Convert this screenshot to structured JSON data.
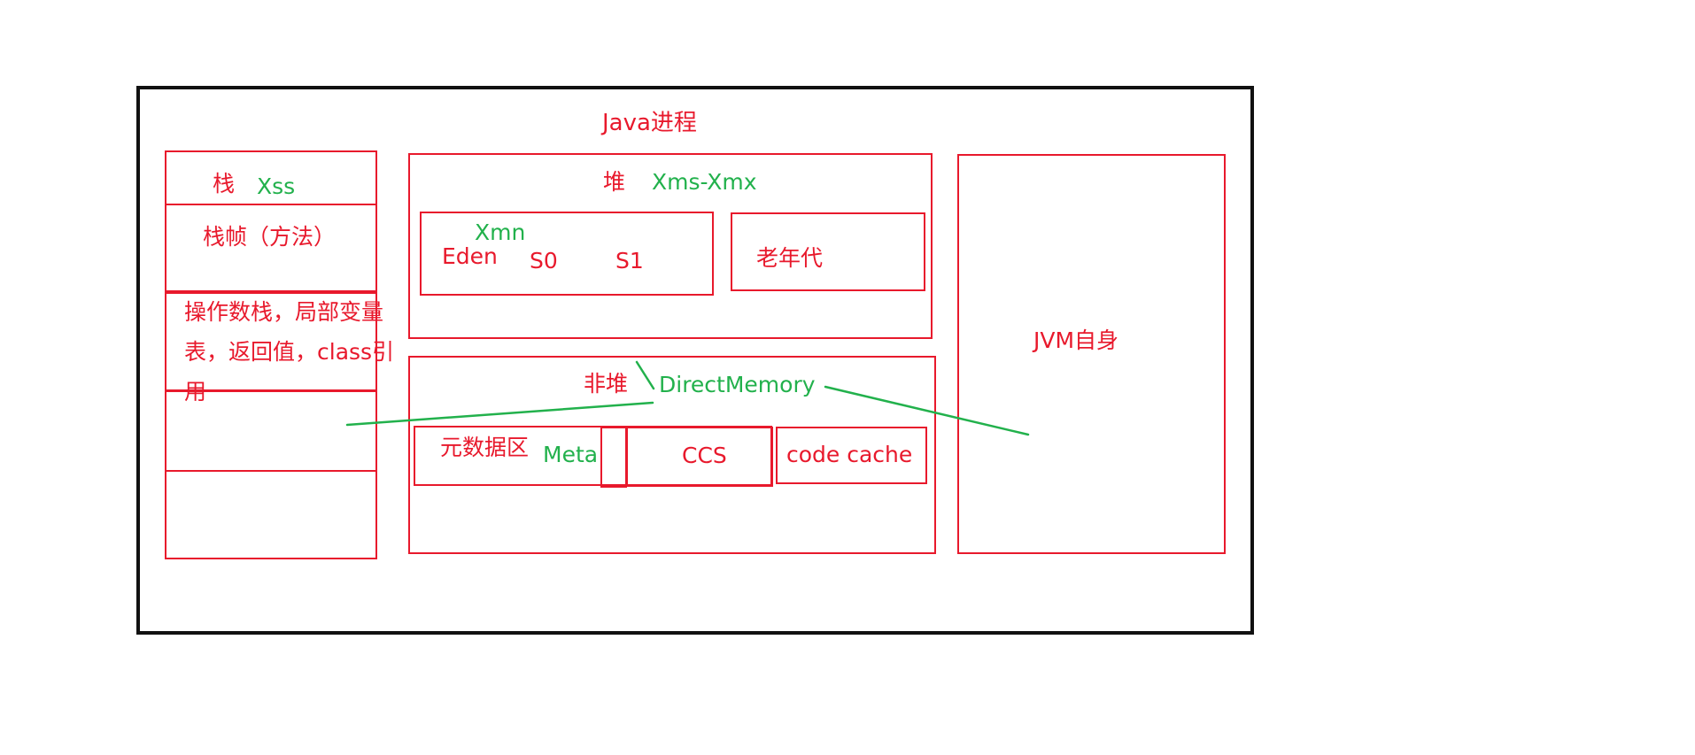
{
  "title": "Java进程",
  "stack": {
    "title": "栈",
    "param": "Xss",
    "frame": "栈帧（方法）",
    "frame_contents": "操作数栈，局部变量表，返回值，class引用"
  },
  "heap": {
    "title": "堆",
    "param": "Xms-Xmx",
    "young_param": "Xmn",
    "eden": "Eden",
    "s0": "S0",
    "s1": "S1",
    "old_gen": "老年代"
  },
  "non_heap": {
    "title": "非堆",
    "direct_memory": "DirectMemory",
    "metadata": "元数据区",
    "meta": "Meta",
    "ccs": "CCS",
    "code_cache": "code cache"
  },
  "jvm": {
    "title": "JVM自身"
  },
  "colors": {
    "red": "#e8192c",
    "green": "#22b14c",
    "border": "#111111"
  }
}
